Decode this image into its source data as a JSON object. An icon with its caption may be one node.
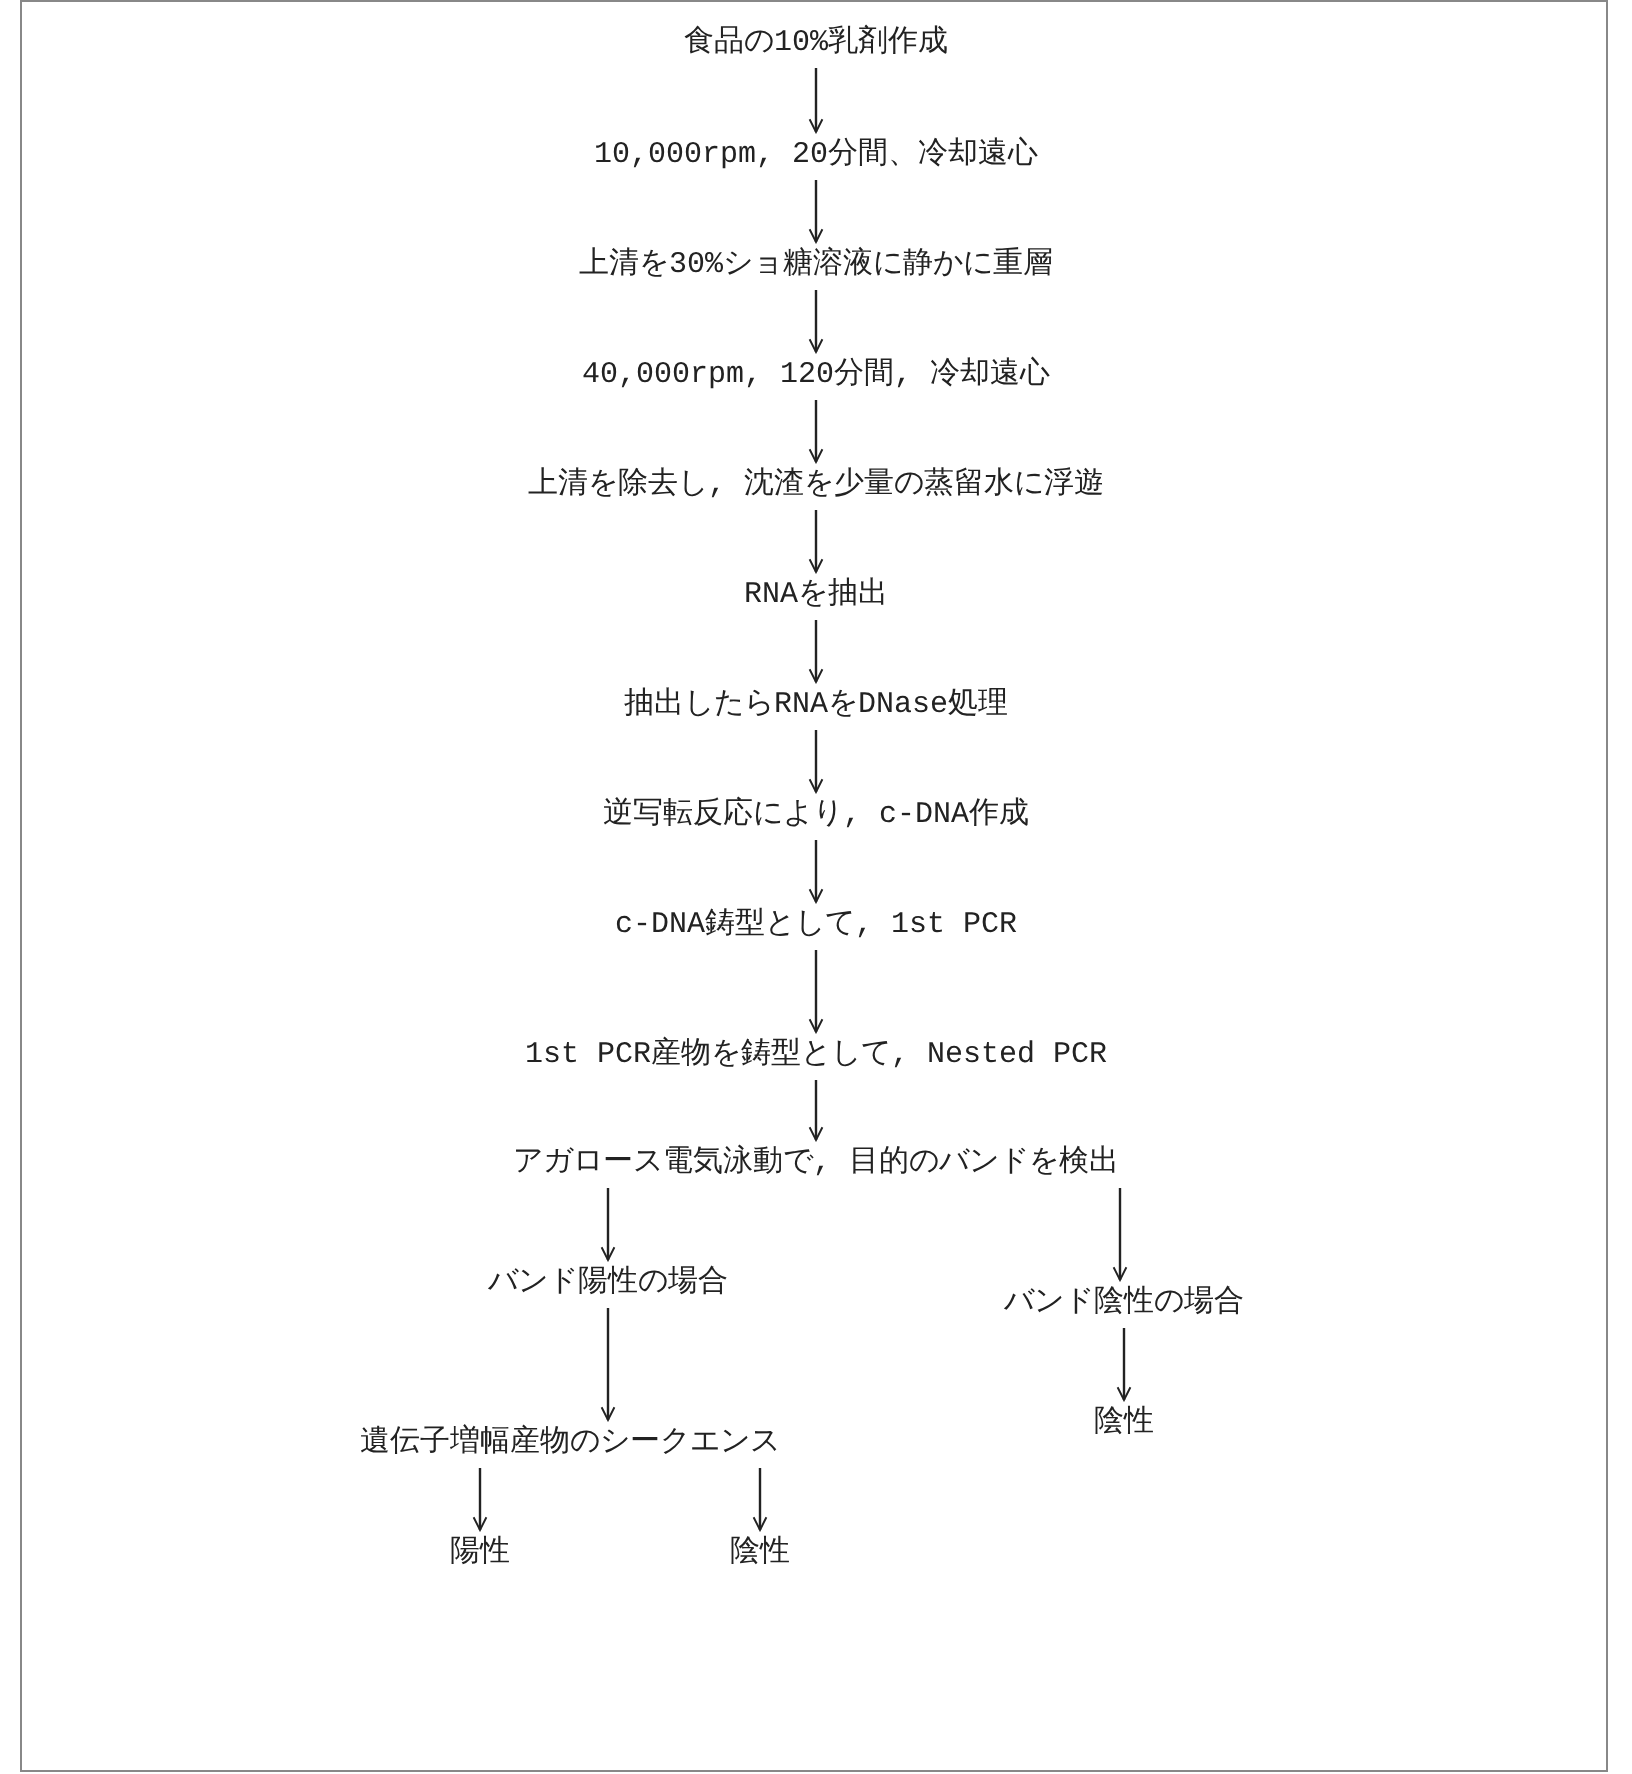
{
  "diagram": {
    "nodes": [
      {
        "text": [
          "食品の10%乳剤作成"
        ]
      },
      {
        "text": [
          "10,000rpm, 20分間、冷却遠心"
        ]
      },
      {
        "text": [
          "上清を30%ショ糖溶液に静かに重層"
        ]
      },
      {
        "text": [
          "40,000rpm, 120分間, 冷却遠心"
        ]
      },
      {
        "text": [
          "上清を除去し, 沈渣を少量の蒸留水に浮遊"
        ]
      },
      {
        "text": [
          "RNAを抽出"
        ]
      },
      {
        "text": [
          "抽出したらRNAをDNase処理"
        ]
      },
      {
        "text": [
          "逆写転反応により, c-DNA作成"
        ]
      },
      {
        "text": [
          "c-DNA鋳型として, 1st PCR"
        ]
      },
      {
        "text": [
          "1st PCR産物を鋳型として, Nested PCR"
        ]
      },
      {
        "text": [
          "アガロース電気泳動で, 目的のバンドを検出"
        ]
      },
      {
        "text": [
          "バンド陽性の場合"
        ]
      },
      {
        "text": [
          "バンド陰性の場合"
        ]
      },
      {
        "text": [
          "遺伝子増幅産物のシークエンス"
        ]
      },
      {
        "text": [
          "陰性"
        ]
      },
      {
        "text": [
          "陽性"
        ]
      },
      {
        "text": [
          "陰性"
        ]
      }
    ],
    "edges": [
      {
        "from": 0,
        "to": 1,
        "arrow": "to"
      },
      {
        "from": 1,
        "to": 2,
        "arrow": "to"
      },
      {
        "from": 2,
        "to": 3,
        "arrow": "to"
      },
      {
        "from": 3,
        "to": 4,
        "arrow": "to"
      },
      {
        "from": 4,
        "to": 5,
        "arrow": "to"
      },
      {
        "from": 5,
        "to": 6,
        "arrow": "to"
      },
      {
        "from": 6,
        "to": 7,
        "arrow": "to"
      },
      {
        "from": 7,
        "to": 8,
        "arrow": "to"
      },
      {
        "from": 8,
        "to": 9,
        "arrow": "to"
      },
      {
        "from": 9,
        "to": 10,
        "arrow": "to"
      },
      {
        "from": 10,
        "to": 11,
        "arrow": "to"
      },
      {
        "from": 10,
        "to": 12,
        "arrow": "to"
      },
      {
        "from": 11,
        "to": 13,
        "arrow": "to"
      },
      {
        "from": 12,
        "to": 14,
        "arrow": "to"
      },
      {
        "from": 13,
        "to": 15,
        "arrow": "to"
      },
      {
        "from": 13,
        "to": 16,
        "arrow": "to"
      }
    ]
  }
}
